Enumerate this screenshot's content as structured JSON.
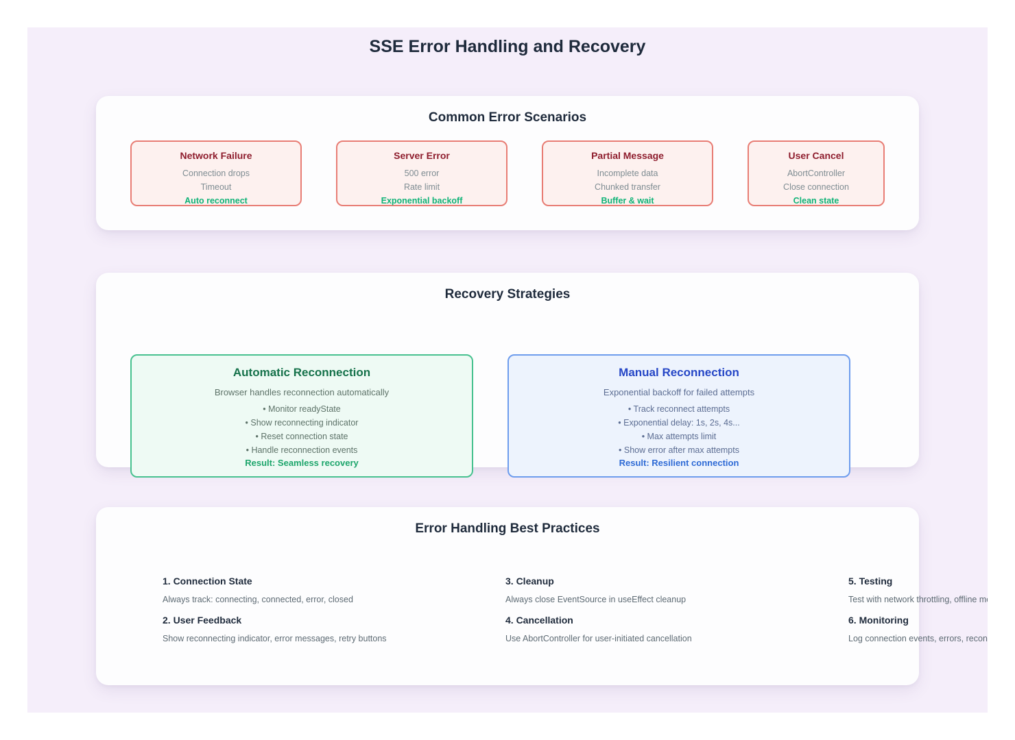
{
  "page_title": "SSE Error Handling and Recovery",
  "colors": {
    "panel_background": "#f5eefa",
    "card_background": "#fdfdfe",
    "heading_navy": "#1e2a3b",
    "error_border": "#e87d74",
    "error_background": "#fdf1ef",
    "error_title": "#8e1d2d",
    "action_green": "#10b377",
    "auto_border": "#47c18f",
    "auto_background": "#eefaf4",
    "auto_title": "#15714a",
    "auto_result": "#1da56b",
    "manual_border": "#6d9ced",
    "manual_background": "#edf3fd",
    "manual_title": "#2546c6",
    "manual_result": "#2e6ad5"
  },
  "scenarios": {
    "title": "Common Error Scenarios",
    "cards": [
      {
        "title": "Network Failure",
        "lines": [
          "Connection drops",
          "Timeout"
        ],
        "action": "Auto reconnect"
      },
      {
        "title": "Server Error",
        "lines": [
          "500 error",
          "Rate limit"
        ],
        "action": "Exponential backoff"
      },
      {
        "title": "Partial Message",
        "lines": [
          "Incomplete data",
          "Chunked transfer"
        ],
        "action": "Buffer & wait"
      },
      {
        "title": "User Cancel",
        "lines": [
          "AbortController",
          "Close connection"
        ],
        "action": "Clean state"
      }
    ]
  },
  "strategies": {
    "title": "Recovery Strategies",
    "cards": [
      {
        "title": "Automatic Reconnection",
        "subtitle": "Browser handles reconnection automatically",
        "bullets": [
          "• Monitor readyState",
          "• Show reconnecting indicator",
          "• Reset connection state",
          "• Handle reconnection events"
        ],
        "result": "Result: Seamless recovery"
      },
      {
        "title": "Manual Reconnection",
        "subtitle": "Exponential backoff for failed attempts",
        "bullets": [
          "• Track reconnect attempts",
          "• Exponential delay: 1s, 2s, 4s...",
          "• Max attempts limit",
          "• Show error after max attempts"
        ],
        "result": "Result: Resilient connection"
      }
    ]
  },
  "practices": {
    "title": "Error Handling Best Practices",
    "items": [
      {
        "heading": "1. Connection State",
        "body": "Always track: connecting, connected, error, closed"
      },
      {
        "heading": "2. User Feedback",
        "body": "Show reconnecting indicator, error messages, retry buttons"
      },
      {
        "heading": "3. Cleanup",
        "body": "Always close EventSource in useEffect cleanup"
      },
      {
        "heading": "4. Cancellation",
        "body": "Use AbortController for user-initiated cancellation"
      },
      {
        "heading": "5. Testing",
        "body": "Test with network throttling, offline mode"
      },
      {
        "heading": "6. Monitoring",
        "body": "Log connection events, errors, reconnection"
      }
    ]
  }
}
